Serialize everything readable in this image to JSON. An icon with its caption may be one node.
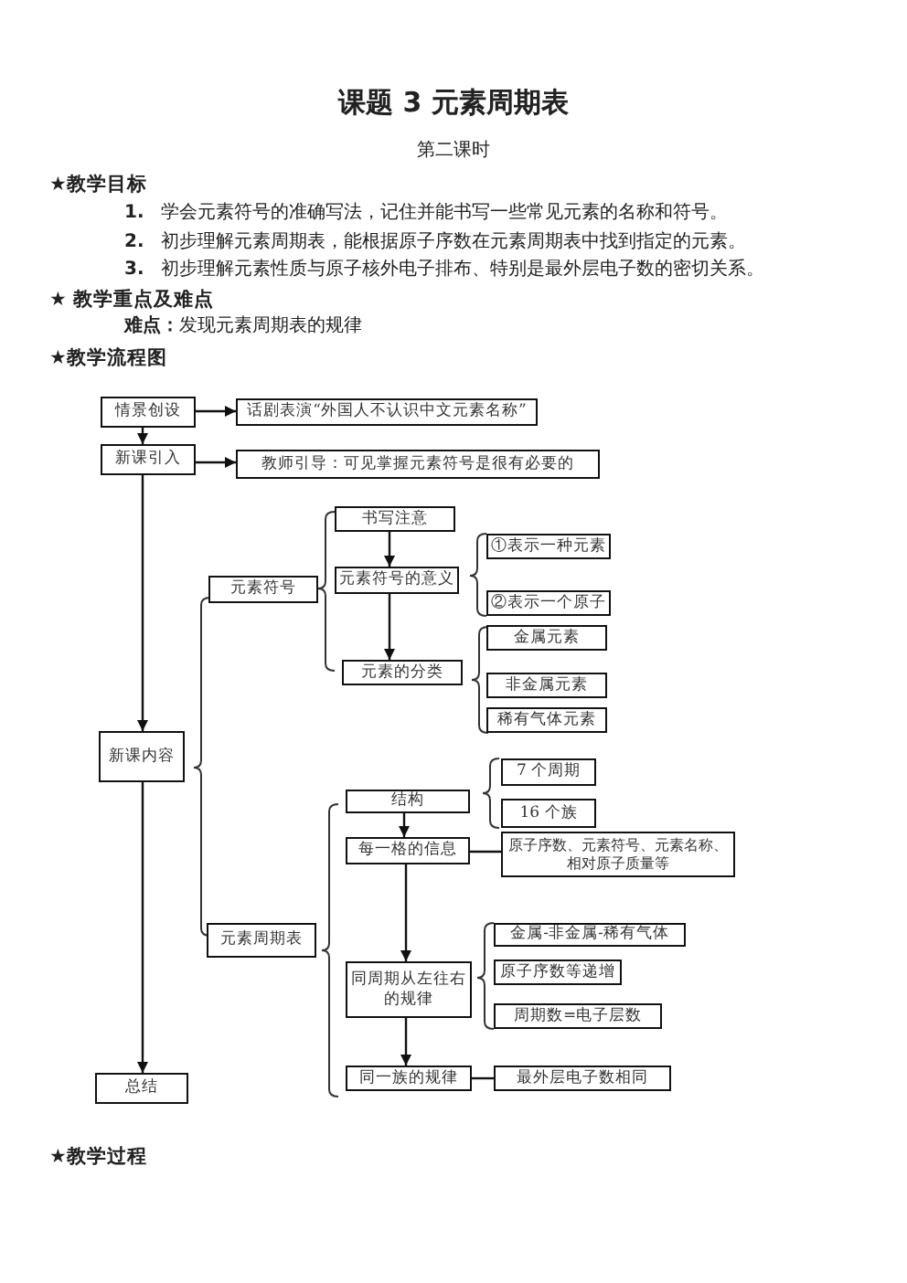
{
  "diagram": {
    "title": "课题 3 元素周期表",
    "nodes": [
      {
        "text": [
          "情景创设"
        ]
      },
      {
        "text": [
          "话剧表演“外国人不认识中文元素名称”"
        ]
      },
      {
        "text": [
          "新课引入"
        ]
      },
      {
        "text": [
          "教师引导：可见掌握元素符号是很有必要的"
        ]
      },
      {
        "text": [
          "新课内容"
        ]
      },
      {
        "text": [
          "总结"
        ]
      },
      {
        "text": [
          "元素符号"
        ]
      },
      {
        "text": [
          "书写注意"
        ]
      },
      {
        "text": [
          "元素符号的意义"
        ]
      },
      {
        "text": [
          "①表示一种元素"
        ]
      },
      {
        "text": [
          "②表示一个原子"
        ]
      },
      {
        "text": [
          "元素的分类"
        ]
      },
      {
        "text": [
          "金属元素"
        ]
      },
      {
        "text": [
          "非金属元素"
        ]
      },
      {
        "text": [
          "稀有气体元素"
        ]
      },
      {
        "text": [
          "元素周期表"
        ]
      },
      {
        "text": [
          "结构"
        ]
      },
      {
        "text": [
          "7 个周期"
        ]
      },
      {
        "text": [
          "16 个族"
        ]
      },
      {
        "text": [
          "每一格的信息"
        ]
      },
      {
        "text": [
          "原子序数、元素符号、元素名称、相对原子质量等"
        ]
      },
      {
        "text": [
          "同周期从左往右的规律"
        ]
      },
      {
        "text": [
          "金属-非金属-稀有气体"
        ]
      },
      {
        "text": [
          "原子序数等递增"
        ]
      },
      {
        "text": [
          "周期数=电子层数"
        ]
      },
      {
        "text": [
          "同一族的规律"
        ]
      },
      {
        "text": [
          "最外层电子数相同"
        ]
      }
    ],
    "edges": [
      {
        "from": 0,
        "to": 1,
        "arrow": "to"
      },
      {
        "from": 0,
        "to": 2,
        "arrow": "to"
      },
      {
        "from": 2,
        "to": 3,
        "arrow": "to"
      },
      {
        "from": 2,
        "to": 4,
        "arrow": "to"
      },
      {
        "from": 4,
        "to": 5,
        "arrow": "to"
      },
      {
        "from": 7,
        "to": 8,
        "arrow": "to"
      },
      {
        "from": 8,
        "to": 11,
        "arrow": "to"
      },
      {
        "from": 16,
        "to": 19,
        "arrow": "to"
      },
      {
        "from": 19,
        "to": 21,
        "arrow": "to"
      },
      {
        "from": 21,
        "to": 25,
        "arrow": "to"
      },
      {
        "from": 19,
        "to": 20,
        "arrow": "none"
      },
      {
        "from": 25,
        "to": 26,
        "arrow": "none"
      }
    ],
    "labels": [
      "第二课时",
      "★教学目标",
      "1.",
      "学会元素符号的准确写法，记住并能书写一些常见元素的名称和符号。",
      "2.",
      "初步理解元素周期表，能根据原子序数在元素周期表中找到指定的元素。",
      "3.",
      "初步理解元素性质与原子核外电子排布、特别是最外层电子数的密切关系。",
      "★ 教学重点及难点",
      "**难点：**发现元素周期表的规律",
      "★教学流程图",
      "★教学过程"
    ]
  }
}
